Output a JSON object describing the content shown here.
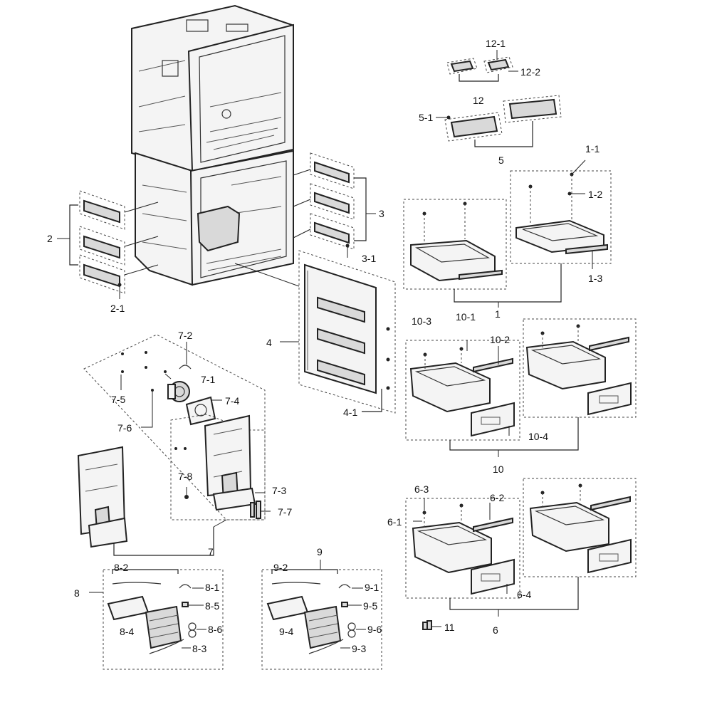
{
  "callouts": {
    "c1": "1",
    "c1_1": "1-1",
    "c1_2": "1-2",
    "c1_3": "1-3",
    "c2": "2",
    "c2_1": "2-1",
    "c3": "3",
    "c3_1": "3-1",
    "c4": "4",
    "c4_1": "4-1",
    "c5": "5",
    "c5_1": "5-1",
    "c6": "6",
    "c6_1": "6-1",
    "c6_2": "6-2",
    "c6_3": "6-3",
    "c6_4": "6-4",
    "c7": "7",
    "c7_1": "7-1",
    "c7_2": "7-2",
    "c7_3": "7-3",
    "c7_4": "7-4",
    "c7_5": "7-5",
    "c7_6": "7-6",
    "c7_7": "7-7",
    "c7_8": "7-8",
    "c8": "8",
    "c8_1": "8-1",
    "c8_2": "8-2",
    "c8_3": "8-3",
    "c8_4": "8-4",
    "c8_5": "8-5",
    "c8_6": "8-6",
    "c9": "9",
    "c9_1": "9-1",
    "c9_2": "9-2",
    "c9_3": "9-3",
    "c9_4": "9-4",
    "c9_5": "9-5",
    "c9_6": "9-6",
    "c10": "10",
    "c10_1": "10-1",
    "c10_2": "10-2",
    "c10_3": "10-3",
    "c10_4": "10-4",
    "c11": "11",
    "c12": "12",
    "c12_1": "12-1",
    "c12_2": "12-2"
  }
}
